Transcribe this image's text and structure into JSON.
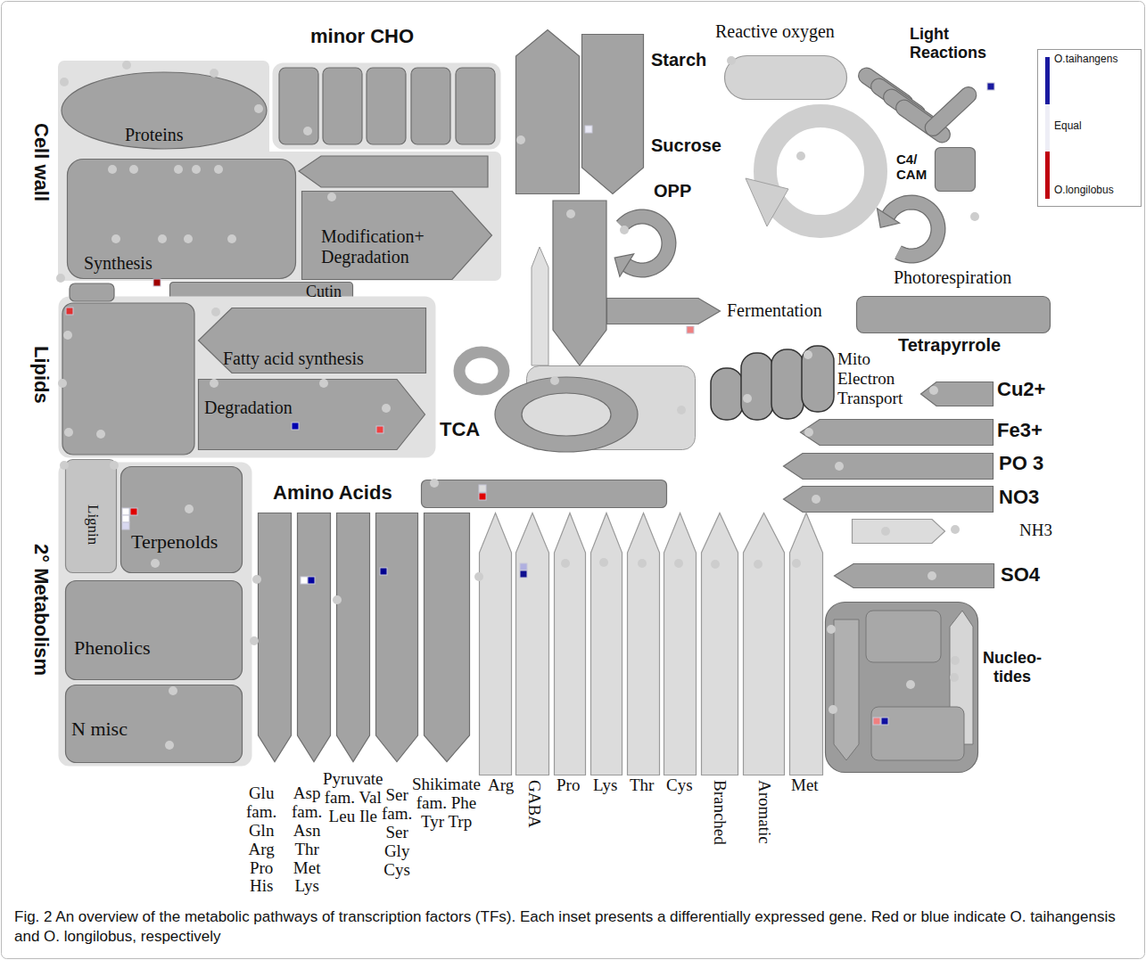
{
  "diagram": {
    "caption": "Fig. 2 An overview of the metabolic pathways of transcription factors (TFs). Each inset presents a differentially expressed gene. Red or blue indicate O. taihangensis and O. longilobus, respectively",
    "nodes": [
      {
        "text": [
          "Cell wall"
        ]
      },
      {
        "text": [
          "Proteins"
        ],
        "in": 0
      },
      {
        "text": [
          "Synthesis"
        ],
        "in": 0
      },
      {
        "text": [
          "Modification+ Degradation"
        ],
        "in": 0
      },
      {
        "text": [
          "Cutin"
        ],
        "in": 0
      },
      {
        "text": [
          "minor CHO"
        ]
      },
      {
        "text": [
          "Lipids"
        ]
      },
      {
        "text": [
          "Fatty acid synthesis"
        ],
        "in": 6
      },
      {
        "text": [
          "Degradation"
        ],
        "in": 6
      },
      {
        "text": [
          "2° Metabolism"
        ]
      },
      {
        "text": [
          "Lignin"
        ],
        "in": 9
      },
      {
        "text": [
          "Terpenolds"
        ],
        "in": 9
      },
      {
        "text": [
          "Phenolics"
        ],
        "in": 9
      },
      {
        "text": [
          "N misc"
        ],
        "in": 9
      },
      {
        "text": [
          "Starch"
        ]
      },
      {
        "text": [
          "Sucrose"
        ]
      },
      {
        "text": [
          "Reactive oxygen"
        ]
      },
      {
        "text": [
          "Light Reactions"
        ]
      },
      {
        "text": [
          "C4/ CAM"
        ]
      },
      {
        "text": [
          "Photorespiration"
        ]
      },
      {
        "text": [
          "OPP"
        ]
      },
      {
        "text": [
          "Fermentation"
        ]
      },
      {
        "text": [
          "Tetrapyrrole"
        ]
      },
      {
        "text": [
          "TCA"
        ]
      },
      {
        "text": [
          "Mito Electron Transport"
        ]
      },
      {
        "text": [
          "Cu2+"
        ]
      },
      {
        "text": [
          "Fe3+"
        ]
      },
      {
        "text": [
          "PO 3"
        ]
      },
      {
        "text": [
          "NO3"
        ]
      },
      {
        "text": [
          "NH3"
        ]
      },
      {
        "text": [
          "SO4"
        ]
      },
      {
        "text": [
          "Amino Acids"
        ]
      },
      {
        "text": [
          "Glu fam. Gln Arg Pro His"
        ]
      },
      {
        "text": [
          "Asp fam. Asn Thr Met Lys"
        ]
      },
      {
        "text": [
          "Pyruvate fam. Val Leu Ile"
        ]
      },
      {
        "text": [
          "Ser fam. Ser Gly Cys"
        ]
      },
      {
        "text": [
          "Shikimate fam. Phe Tyr Trp"
        ]
      },
      {
        "text": [
          "Arg"
        ]
      },
      {
        "text": [
          "GABA"
        ]
      },
      {
        "text": [
          "Pro"
        ]
      },
      {
        "text": [
          "Lys"
        ]
      },
      {
        "text": [
          "Thr"
        ]
      },
      {
        "text": [
          "Cys"
        ]
      },
      {
        "text": [
          "Branched"
        ]
      },
      {
        "text": [
          "Aromatic"
        ]
      },
      {
        "text": [
          "Met"
        ]
      },
      {
        "text": [
          "Nucleo- tides"
        ]
      }
    ],
    "legend": [
      {
        "text": "O.taihangens",
        "color": "#1a1aa0"
      },
      {
        "text": "Equal",
        "color": "#eeeef6"
      },
      {
        "text": "O.longilobus",
        "color": "#c00010"
      }
    ]
  }
}
